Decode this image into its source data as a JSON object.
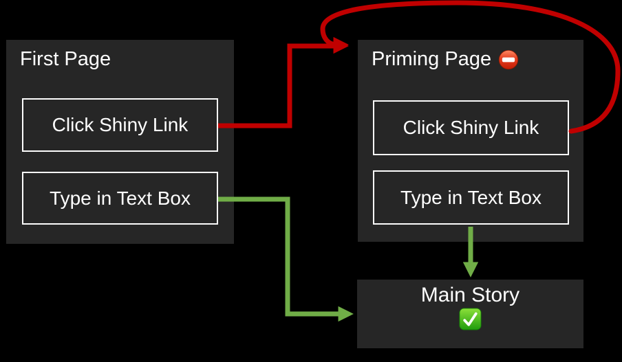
{
  "palette": {
    "background": "#000000",
    "panel_fill": "#262626",
    "panel_text": "#ffffff",
    "red_arrow": "#c00000",
    "green_arrow": "#70ad47",
    "no_entry_red": "#d92d12",
    "check_green": "#2fae14"
  },
  "first_page": {
    "title": "First Page",
    "items": [
      {
        "label": "Click Shiny Link"
      },
      {
        "label": "Type in Text Box"
      }
    ]
  },
  "priming_page": {
    "title": "Priming Page",
    "status_icon": "no-entry-icon",
    "items": [
      {
        "label": "Click Shiny Link"
      },
      {
        "label": "Type in Text Box"
      }
    ]
  },
  "main_story": {
    "title": "Main Story",
    "status_icon": "check-mark-icon"
  },
  "arrows": [
    {
      "name": "first-click-to-priming",
      "color": "#c00000",
      "from": "First Page / Click Shiny Link",
      "to": "Priming Page"
    },
    {
      "name": "priming-click-loop",
      "color": "#c00000",
      "from": "Priming Page / Click Shiny Link",
      "to": "Priming Page"
    },
    {
      "name": "first-type-to-main",
      "color": "#70ad47",
      "from": "First Page / Type in Text Box",
      "to": "Main Story"
    },
    {
      "name": "priming-type-to-main",
      "color": "#70ad47",
      "from": "Priming Page / Type in Text Box",
      "to": "Main Story"
    }
  ]
}
